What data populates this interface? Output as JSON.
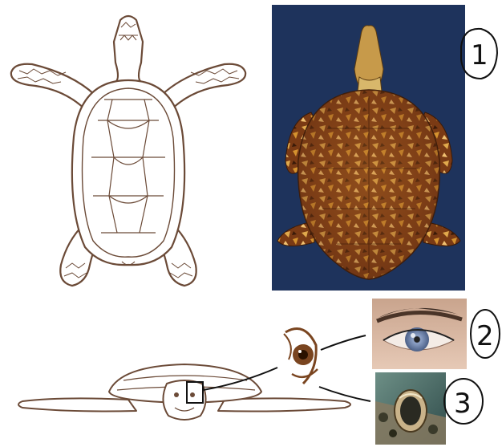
{
  "labels": {
    "one": "1",
    "two": "2",
    "three": "3"
  },
  "colors": {
    "outline": "#6b4a37",
    "photo_bg": "#1d3057",
    "shell_dark": "#5a2a12",
    "shell_light": "#d59a3e",
    "eye_brown": "#7a4520",
    "skin": "#d9b7a0",
    "iris_blue": "#7f93b5"
  }
}
